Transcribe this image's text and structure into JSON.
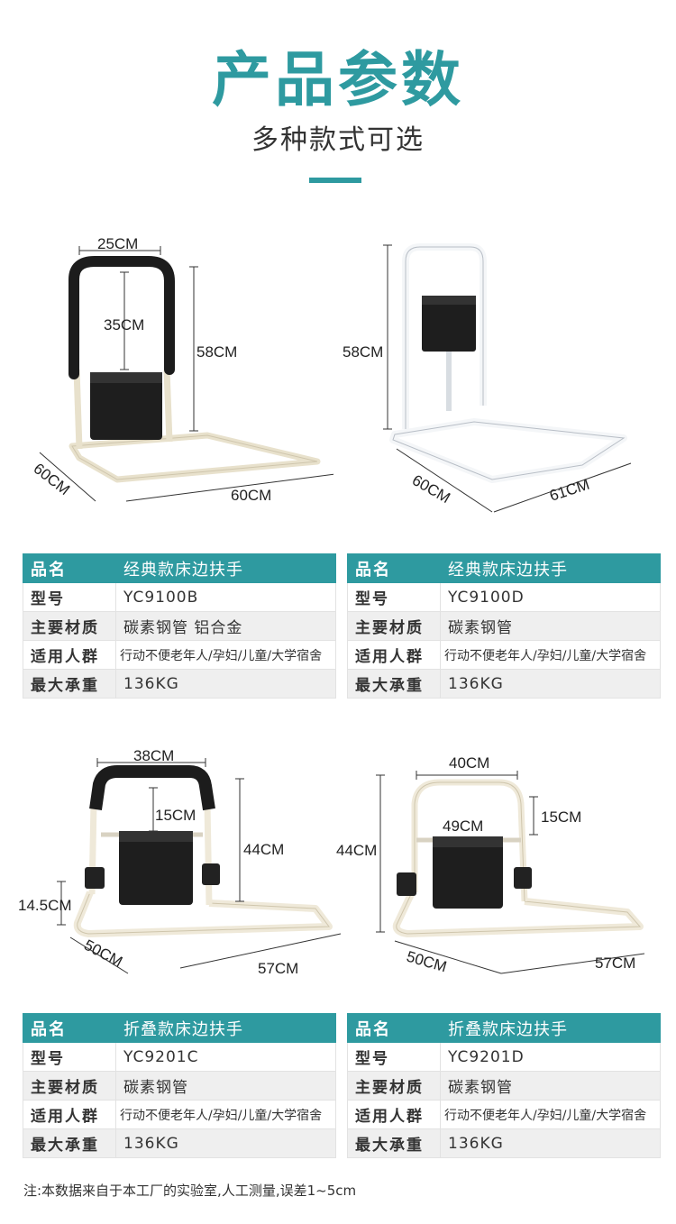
{
  "header": {
    "title": "产品参数",
    "subtitle": "多种款式可选"
  },
  "figures": [
    {
      "dims": [
        "25CM",
        "35CM",
        "58CM",
        "60CM",
        "60CM"
      ]
    },
    {
      "dims": [
        "58CM",
        "60CM",
        "61CM"
      ]
    },
    {
      "dims": [
        "38CM",
        "15CM",
        "44CM",
        "14.5CM",
        "50CM",
        "57CM"
      ]
    },
    {
      "dims": [
        "40CM",
        "15CM",
        "49CM",
        "44CM",
        "50CM",
        "57CM"
      ]
    }
  ],
  "specs": [
    {
      "rows": [
        {
          "label": "品名",
          "value": "经典款床边扶手"
        },
        {
          "label": "型号",
          "value": "YC9100B"
        },
        {
          "label": "主要材质",
          "value": "碳素钢管 铝合金"
        },
        {
          "label": "适用人群",
          "value": "行动不便老年人/孕妇/儿童/大学宿舍"
        },
        {
          "label": "最大承重",
          "value": "136KG"
        }
      ]
    },
    {
      "rows": [
        {
          "label": "品名",
          "value": "经典款床边扶手"
        },
        {
          "label": "型号",
          "value": "YC9100D"
        },
        {
          "label": "主要材质",
          "value": "碳素钢管"
        },
        {
          "label": "适用人群",
          "value": "行动不便老年人/孕妇/儿童/大学宿舍"
        },
        {
          "label": "最大承重",
          "value": "136KG"
        }
      ]
    },
    {
      "rows": [
        {
          "label": "品名",
          "value": "折叠款床边扶手"
        },
        {
          "label": "型号",
          "value": "YC9201C"
        },
        {
          "label": "主要材质",
          "value": "碳素钢管"
        },
        {
          "label": "适用人群",
          "value": "行动不便老年人/孕妇/儿童/大学宿舍"
        },
        {
          "label": "最大承重",
          "value": "136KG"
        }
      ]
    },
    {
      "rows": [
        {
          "label": "品名",
          "value": "折叠款床边扶手"
        },
        {
          "label": "型号",
          "value": "YC9201D"
        },
        {
          "label": "主要材质",
          "value": "碳素钢管"
        },
        {
          "label": "适用人群",
          "value": "行动不便老年人/孕妇/儿童/大学宿舍"
        },
        {
          "label": "最大承重",
          "value": "136KG"
        }
      ]
    }
  ],
  "footer": {
    "note": "注:本数据来自于本工厂的实验室,人工测量,误差1~5cm"
  },
  "colors": {
    "accent": "#2e9aa0",
    "frame_cream": "#efe9d9",
    "frame_white": "#f4f6f8",
    "grip_black": "#1c1c1c"
  }
}
